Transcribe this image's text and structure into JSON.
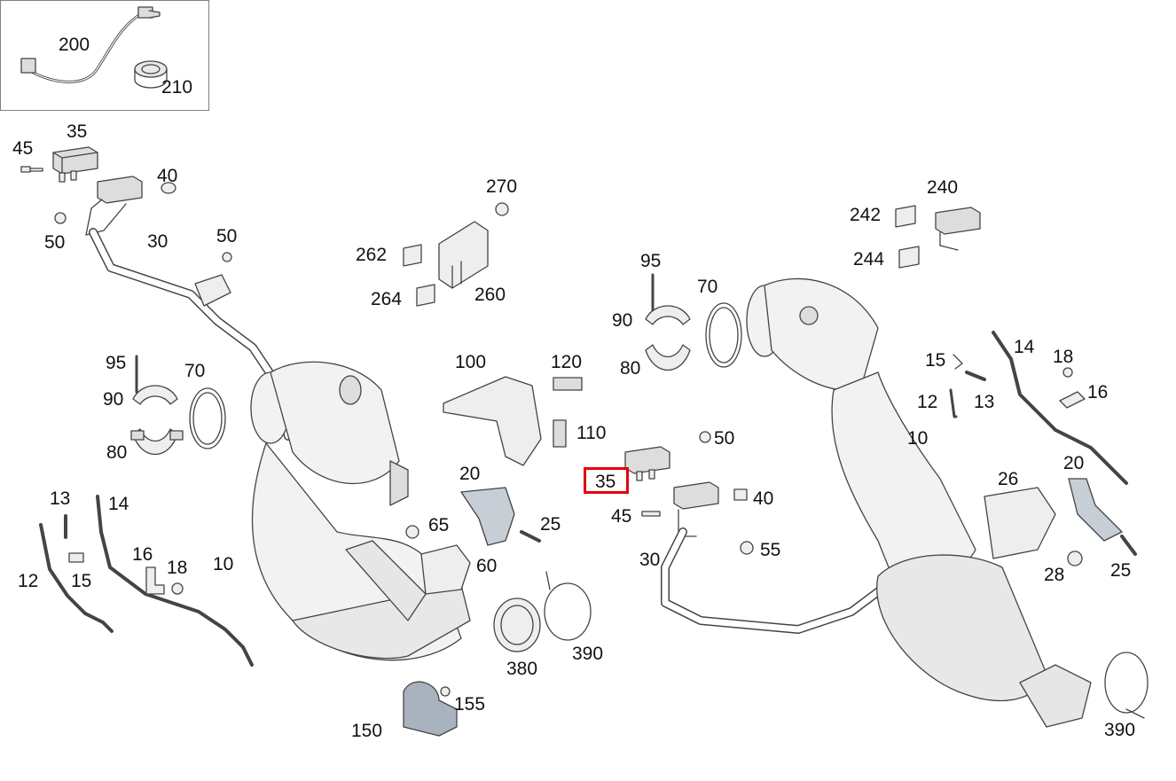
{
  "diagram": {
    "callouts": {
      "c200": "200",
      "c210": "210",
      "l45": "45",
      "l35": "35",
      "l40": "40",
      "l50a": "50",
      "l30": "30",
      "l50b": "50",
      "l95": "95",
      "l70": "70",
      "l90": "90",
      "l80": "80",
      "l13": "13",
      "l14": "14",
      "l16": "16",
      "l18": "18",
      "l12": "12",
      "l15": "15",
      "l10": "10",
      "m270": "270",
      "m262": "262",
      "m264": "264",
      "m260": "260",
      "m100": "100",
      "m120": "120",
      "m110": "110",
      "m20": "20",
      "m25": "25",
      "m65": "65",
      "m60": "60",
      "m150": "150",
      "m155": "155",
      "m380": "380",
      "m390": "390",
      "r240": "240",
      "r242": "242",
      "r244": "244",
      "r95": "95",
      "r70": "70",
      "r90": "90",
      "r80": "80",
      "r35": "35",
      "r50": "50",
      "r40": "40",
      "r45": "45",
      "r30": "30",
      "r55": "55",
      "r15": "15",
      "r13": "13",
      "r12": "12",
      "r14": "14",
      "r18": "18",
      "r16": "16",
      "r10": "10",
      "r26": "26",
      "r20": "20",
      "r28": "28",
      "r25": "25",
      "r390": "390"
    },
    "highlight_color": "#e3000f",
    "line_color": "#444444",
    "part_fill": "#eeeeee",
    "blue_part_fill": "#a9b3bf"
  }
}
